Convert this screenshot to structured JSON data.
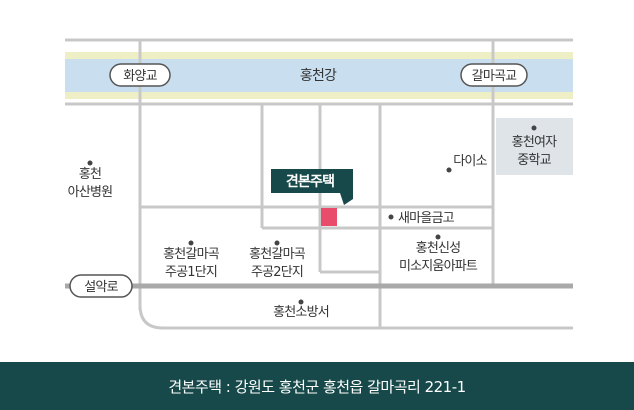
{
  "map": {
    "river_label": "홍천강",
    "bridges": [
      "화양교",
      "갈마곡교"
    ],
    "road_label": "설악로",
    "target_label": "견본주택",
    "places": {
      "hospital_line1": "홍천",
      "hospital_line2": "아산병원",
      "daiso": "다이소",
      "school_line1": "홍천여자",
      "school_line2": "중학교",
      "bank": "새마을금고",
      "apt1_line1": "홍천갈마곡",
      "apt1_line2": "주공1단지",
      "apt2_line1": "홍천갈마곡",
      "apt2_line2": "주공2단지",
      "apt3_line1": "홍천신성",
      "apt3_line2": "미소지움아파트",
      "fire": "홍천소방서"
    },
    "colors": {
      "river": "#c9dff0",
      "river_bank": "#efefc6",
      "road": "#c8c8c8",
      "main_road": "#a9a9a9",
      "target_marker": "#e94b6b",
      "callout": "#17494a",
      "school_block": "#dfe4e8"
    }
  },
  "footer": {
    "address": "견본주택 : 강원도 홍천군 홍천읍 갈마곡리 221-1"
  }
}
